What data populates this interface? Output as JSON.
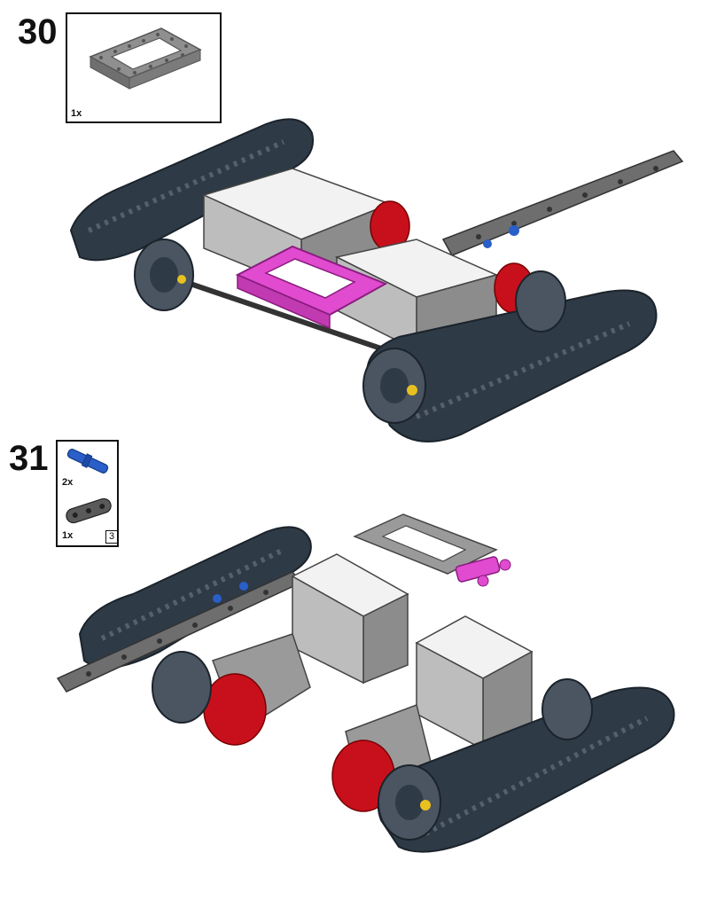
{
  "steps": [
    {
      "number": "30",
      "parts": [
        {
          "name": "gray-rectangular-frame",
          "quantity": "1x"
        }
      ],
      "highlight_color": "#e04bcf"
    },
    {
      "number": "31",
      "parts": [
        {
          "name": "blue-axle-pin",
          "quantity": "2x"
        },
        {
          "name": "dark-gray-beam-3",
          "quantity": "1x",
          "length_label": "3"
        }
      ],
      "highlight_color": "#e04bcf"
    }
  ],
  "colors": {
    "track": "#2e3a46",
    "motor_white": "#f2f2f2",
    "motor_gray": "#8c8c8c",
    "frame_gray": "#9a9a9a",
    "hub_red": "#c8101c",
    "pin_blue": "#2a5ec8",
    "highlight_magenta": "#e04bcf",
    "bushing_yellow": "#e8c020"
  }
}
